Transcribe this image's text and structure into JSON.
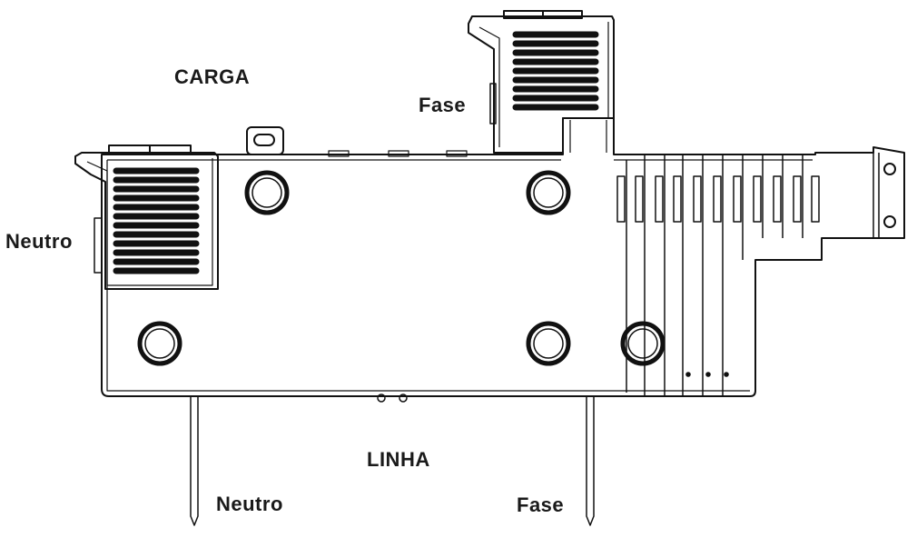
{
  "labels": {
    "carga": "CARGA",
    "fase_top": "Fase",
    "neutro_side": "Neutro",
    "linha": "LINHA",
    "neutro_bottom": "Neutro",
    "fase_bottom": "Fase"
  },
  "colors": {
    "stroke": "#111111",
    "background": "#ffffff"
  }
}
